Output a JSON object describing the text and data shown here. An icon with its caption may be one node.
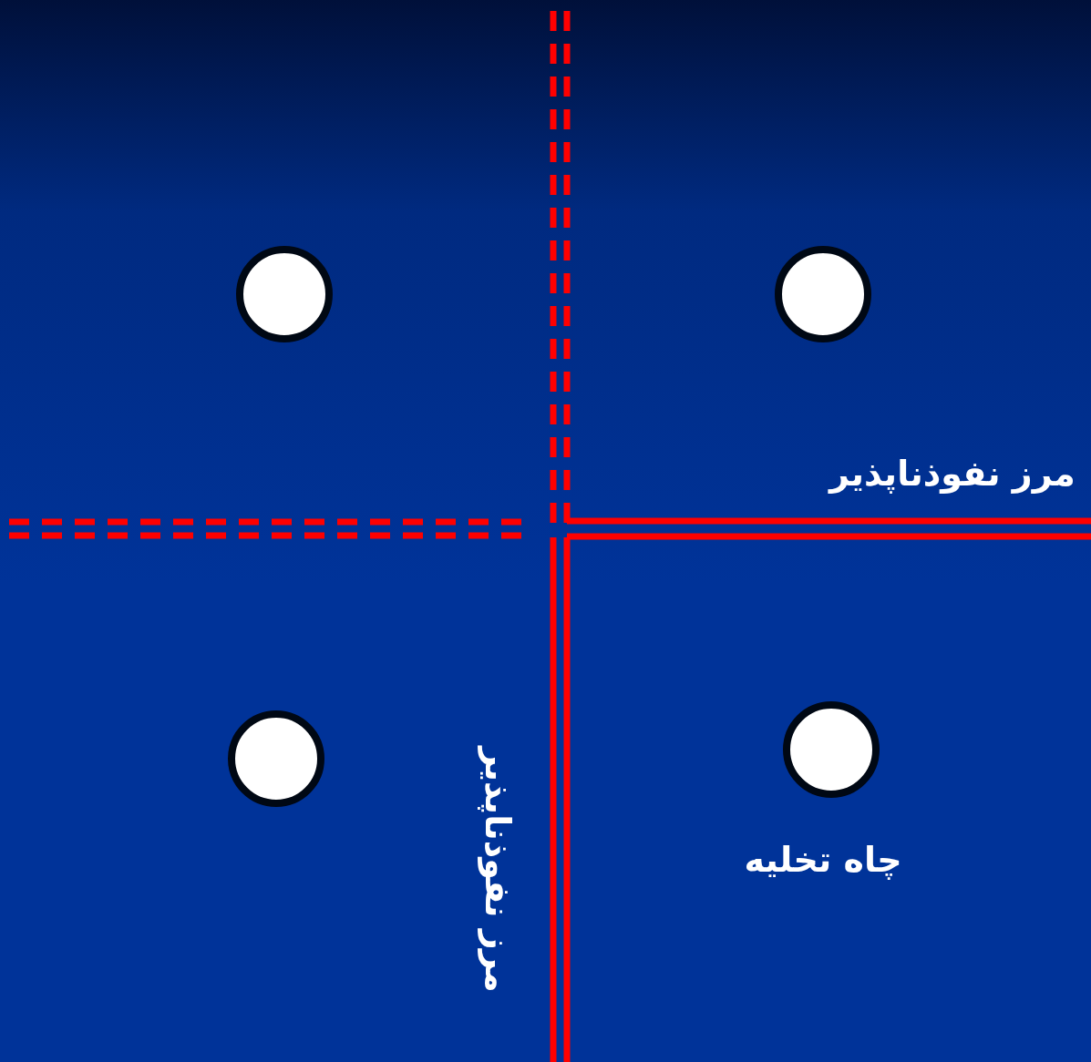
{
  "diagram": {
    "nodes": [
      {
        "text": [],
        "shape": "circle"
      },
      {
        "text": [],
        "shape": "circle"
      },
      {
        "text": [],
        "shape": "circle"
      },
      {
        "text": [],
        "shape": "circle",
        "beside": [
          "چاه تخلیه"
        ]
      }
    ],
    "labels": [
      "مرز نفوذناپذیر",
      "مرز نفوذناپذیر"
    ]
  }
}
